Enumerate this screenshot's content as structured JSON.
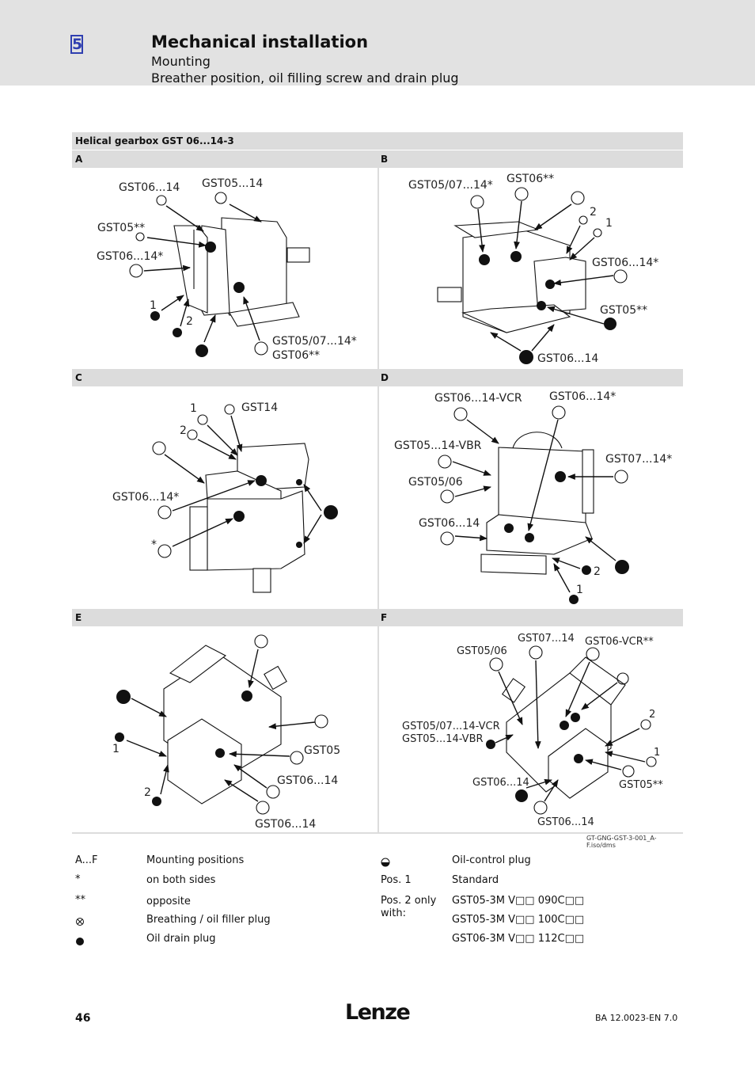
{
  "header": {
    "chapter_number": "5",
    "chapter_title": "Mechanical installation",
    "section": "Mounting",
    "subsection": "Breather position, oil filling screw and drain plug"
  },
  "figure": {
    "title": "Helical gearbox GST 06...14-3",
    "panels": [
      "A",
      "B",
      "C",
      "D",
      "E",
      "F"
    ],
    "reference_code": "GT-GNG-GST-3-001_A-F.iso/dms",
    "labels": {
      "a": {
        "gst06_14": "GST06...14",
        "gst05_14": "GST05...14",
        "gst05": "GST05**",
        "gst06_14_star": "GST06...14*",
        "pos1": "1",
        "pos2": "2",
        "gst05_07": "GST05/07...14*",
        "gst06": "GST06**"
      },
      "b": {
        "gst05_07": "GST05/07...14*",
        "gst06": "GST06**",
        "pos2": "2",
        "pos1": "1",
        "gst06_14_star": "GST06...14*",
        "gst05": "GST05**",
        "gst06_14": "GST06...14"
      },
      "c": {
        "pos1": "1",
        "gst14": "GST14",
        "pos2": "2",
        "gst06_14_star": "GST06...14*",
        "star": "*"
      },
      "d": {
        "vcr": "GST06...14-VCR",
        "gst06_14_star": "GST06...14*",
        "vbr": "GST05...14-VBR",
        "gst07_14": "GST07...14*",
        "gst05_06": "GST05/06",
        "gst06_14": "GST06...14",
        "pos2": "2",
        "pos1": "1"
      },
      "e": {
        "pos1": "1",
        "gst05": "GST05",
        "pos2": "2",
        "gst06_14_a": "GST06...14",
        "gst06_14_b": "GST06...14"
      },
      "f": {
        "gst07_14": "GST07...14",
        "gst06_vcr": "GST06-VCR**",
        "gst05_06": "GST05/06",
        "pos2": "2",
        "vcr_line1": "GST05/07...14-VCR",
        "vcr_line2": "GST05...14-VBR",
        "pos1": "1",
        "gst06_14_a": "GST06...14",
        "gst05": "GST05**",
        "gst06_14_b": "GST06...14"
      }
    }
  },
  "legend": {
    "left": [
      {
        "key": "A...F",
        "text": "Mounting positions"
      },
      {
        "key": "*",
        "text": "on both sides"
      },
      {
        "key": "**",
        "text": "opposite"
      },
      {
        "icon": "breather-icon",
        "text": "Breathing / oil filler plug"
      },
      {
        "icon": "drain-plug-icon",
        "text": "Oil drain plug"
      }
    ],
    "right": {
      "oil_control": {
        "icon": "oil-control-icon",
        "text": "Oil-control plug"
      },
      "pos1_key": "Pos. 1",
      "pos1_text": "Standard",
      "pos2_key": "Pos. 2 only with:",
      "pos2_items": [
        "GST05-3M V□□ 090C□□",
        "GST05-3M V□□ 100C□□",
        "GST06-3M V□□ 112C□□"
      ]
    }
  },
  "footer": {
    "page": "46",
    "logo": "Lenze",
    "doc": "BA 12.0023-EN   7.0"
  }
}
